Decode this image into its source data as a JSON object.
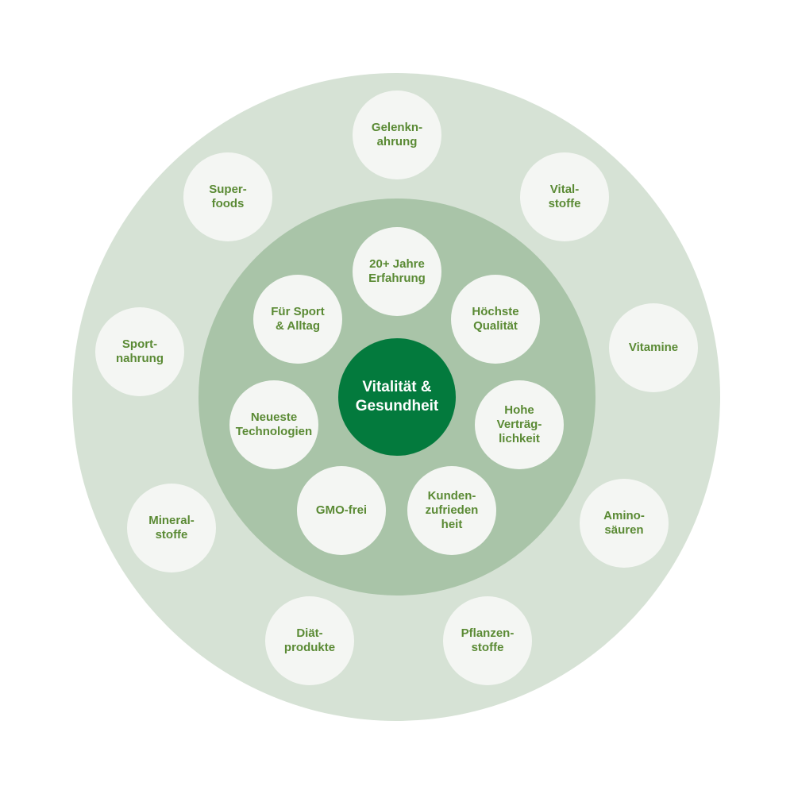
{
  "colors": {
    "outer_ring": "#d6e2d5",
    "inner_ring": "#a9c4a8",
    "bubble": "#f4f6f3",
    "bubble_text": "#5a8a34",
    "center": "#037a3d",
    "center_text": "#ffffff"
  },
  "center": {
    "label": "Vitalität &\nGesundheit"
  },
  "inner_items": [
    "20+ Jahre\nErfahrung",
    "Höchste\nQualität",
    "Hohe\nVerträg-\nlichkeit",
    "Kunden-\nzufrieden\nheit",
    "GMO-frei",
    "Neueste\nTechnologien",
    "Für Sport\n& Alltag"
  ],
  "outer_items": [
    "Gelenkn-\nahrung",
    "Vital-\nstoffe",
    "Vitamine",
    "Amino-\nsäuren",
    "Pflanzen-\nstoffe",
    "Diät-\nprodukte",
    "Mineral-\nstoffe",
    "Sport-\nnahrung",
    "Super-\nfoods"
  ]
}
